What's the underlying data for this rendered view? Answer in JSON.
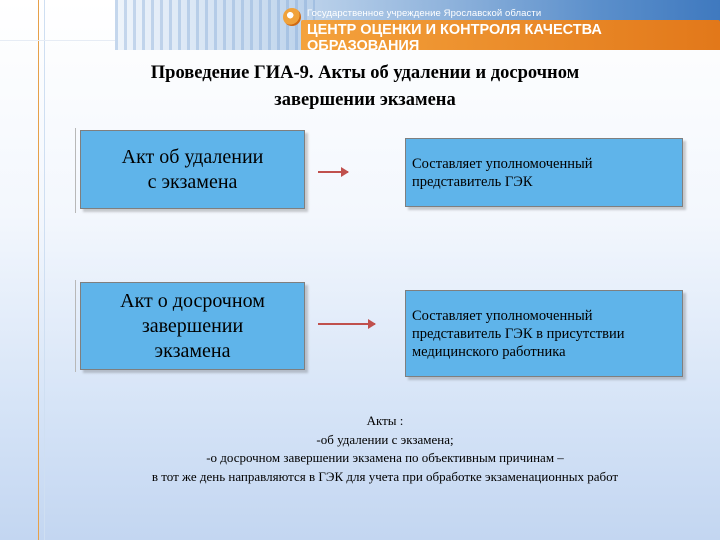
{
  "header": {
    "org_subtitle": "Государственное учреждение Ярославской области",
    "org_title": "ЦЕНТР ОЦЕНКИ И КОНТРОЛЯ КАЧЕСТВА ОБРАЗОВАНИЯ"
  },
  "slide": {
    "title": "Проведение ГИА-9. Акты об удалении и досрочном\nзавершении экзамена",
    "rows": [
      {
        "act": "Акт об удалении\nс экзамена",
        "who": "Составляет уполномоченный\nпредставитель ГЭК"
      },
      {
        "act": "Акт о досрочном\nзавершении\nэкзамена",
        "who": "Составляет уполномоченный\nпредставитель ГЭК в присутствии\nмедицинского работника"
      }
    ],
    "note": "Акты :\n-об удалении с экзамена;\n-о досрочном завершении экзамена по объективным причинам –\nв тот же день направляются в ГЭК для учета при обработке экзаменационных работ"
  },
  "colors": {
    "box_fill": "#5fb4ea",
    "arrow": "#c0504d",
    "banner_accent": "#e2781a"
  }
}
